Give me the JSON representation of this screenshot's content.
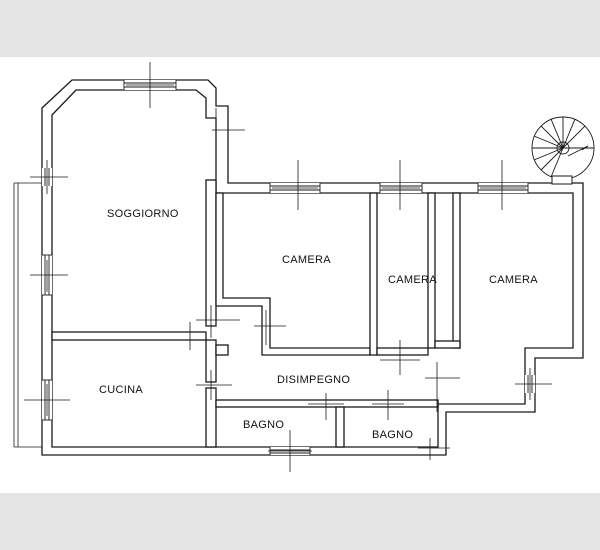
{
  "rooms": {
    "soggiorno": "SOGGIORNO",
    "cucina": "CUCINA",
    "camera_1": "CAMERA",
    "camera_2": "CAMERA",
    "camera_3": "CAMERA",
    "disimpegno": "DISIMPEGNO",
    "bagno_1": "BAGNO",
    "bagno_2": "BAGNO"
  },
  "colors": {
    "background": "#e4e4e4",
    "sheet": "#ffffff",
    "line": "#1a1a1a"
  }
}
